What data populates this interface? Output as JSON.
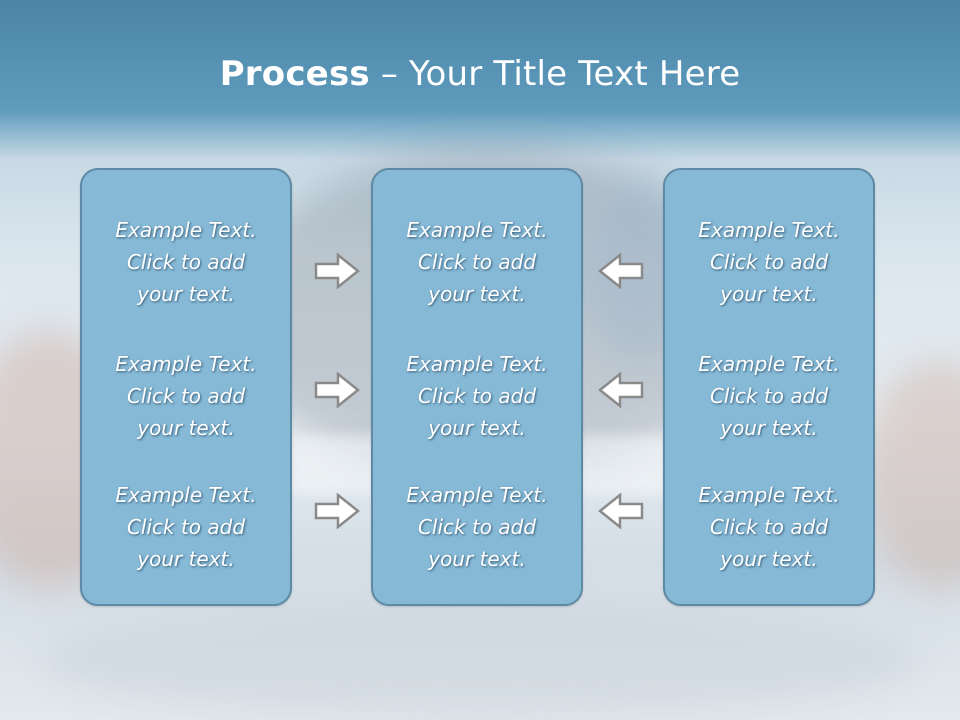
{
  "title": {
    "bold": "Process",
    "rest": " – Your Title Text Here"
  },
  "columns": [
    {
      "items": [
        "Example Text.\nClick  to add\nyour text.",
        "Example Text.\nClick  to add\nyour text.",
        "Example Text.\nClick  to add\nyour text."
      ]
    },
    {
      "items": [
        "Example Text.\nClick  to add\nyour text.",
        "Example Text.\nClick  to add\nyour text.",
        "Example Text.\nClick  to add\nyour text."
      ]
    },
    {
      "items": [
        "Example Text.\nClick  to add\nyour text.",
        "Example Text.\nClick  to add\nyour text.",
        "Example Text.\nClick  to add\nyour text."
      ]
    }
  ],
  "arrows": {
    "left_group": "right-arrow-icon",
    "right_group": "left-arrow-icon"
  },
  "colors": {
    "box_fill": "#86b9d6",
    "box_border": "#5e8aa6",
    "header": "#4a85a6",
    "text": "#ffffff"
  }
}
